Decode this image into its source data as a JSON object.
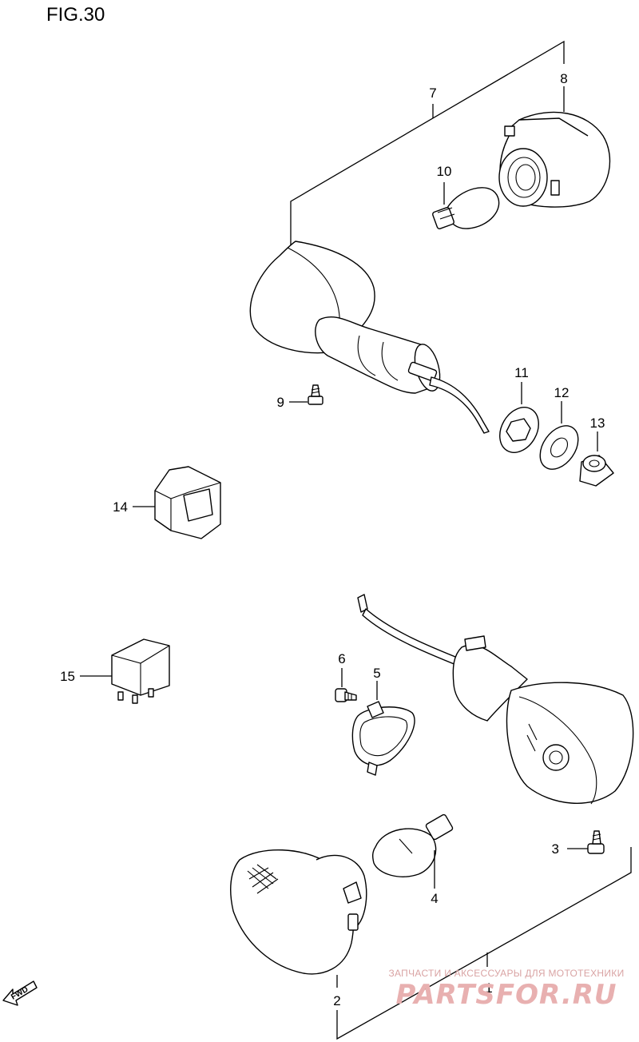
{
  "figure": {
    "title": "FIG.30"
  },
  "parts": [
    {
      "id": "1",
      "label": "1"
    },
    {
      "id": "2",
      "label": "2"
    },
    {
      "id": "3",
      "label": "3"
    },
    {
      "id": "4",
      "label": "4"
    },
    {
      "id": "5",
      "label": "5"
    },
    {
      "id": "6",
      "label": "6"
    },
    {
      "id": "7",
      "label": "7"
    },
    {
      "id": "8",
      "label": "8"
    },
    {
      "id": "9",
      "label": "9"
    },
    {
      "id": "10",
      "label": "10"
    },
    {
      "id": "11",
      "label": "11"
    },
    {
      "id": "12",
      "label": "12"
    },
    {
      "id": "13",
      "label": "13"
    },
    {
      "id": "14",
      "label": "14"
    },
    {
      "id": "15",
      "label": "15"
    }
  ],
  "direction_marker": {
    "text": "FWD"
  },
  "watermark": {
    "tagline": "ЗАПЧАСТИ И АКСЕССУАРЫ ДЛЯ МОТОТЕХНИКИ",
    "brand": "PARTSFOR.RU"
  }
}
